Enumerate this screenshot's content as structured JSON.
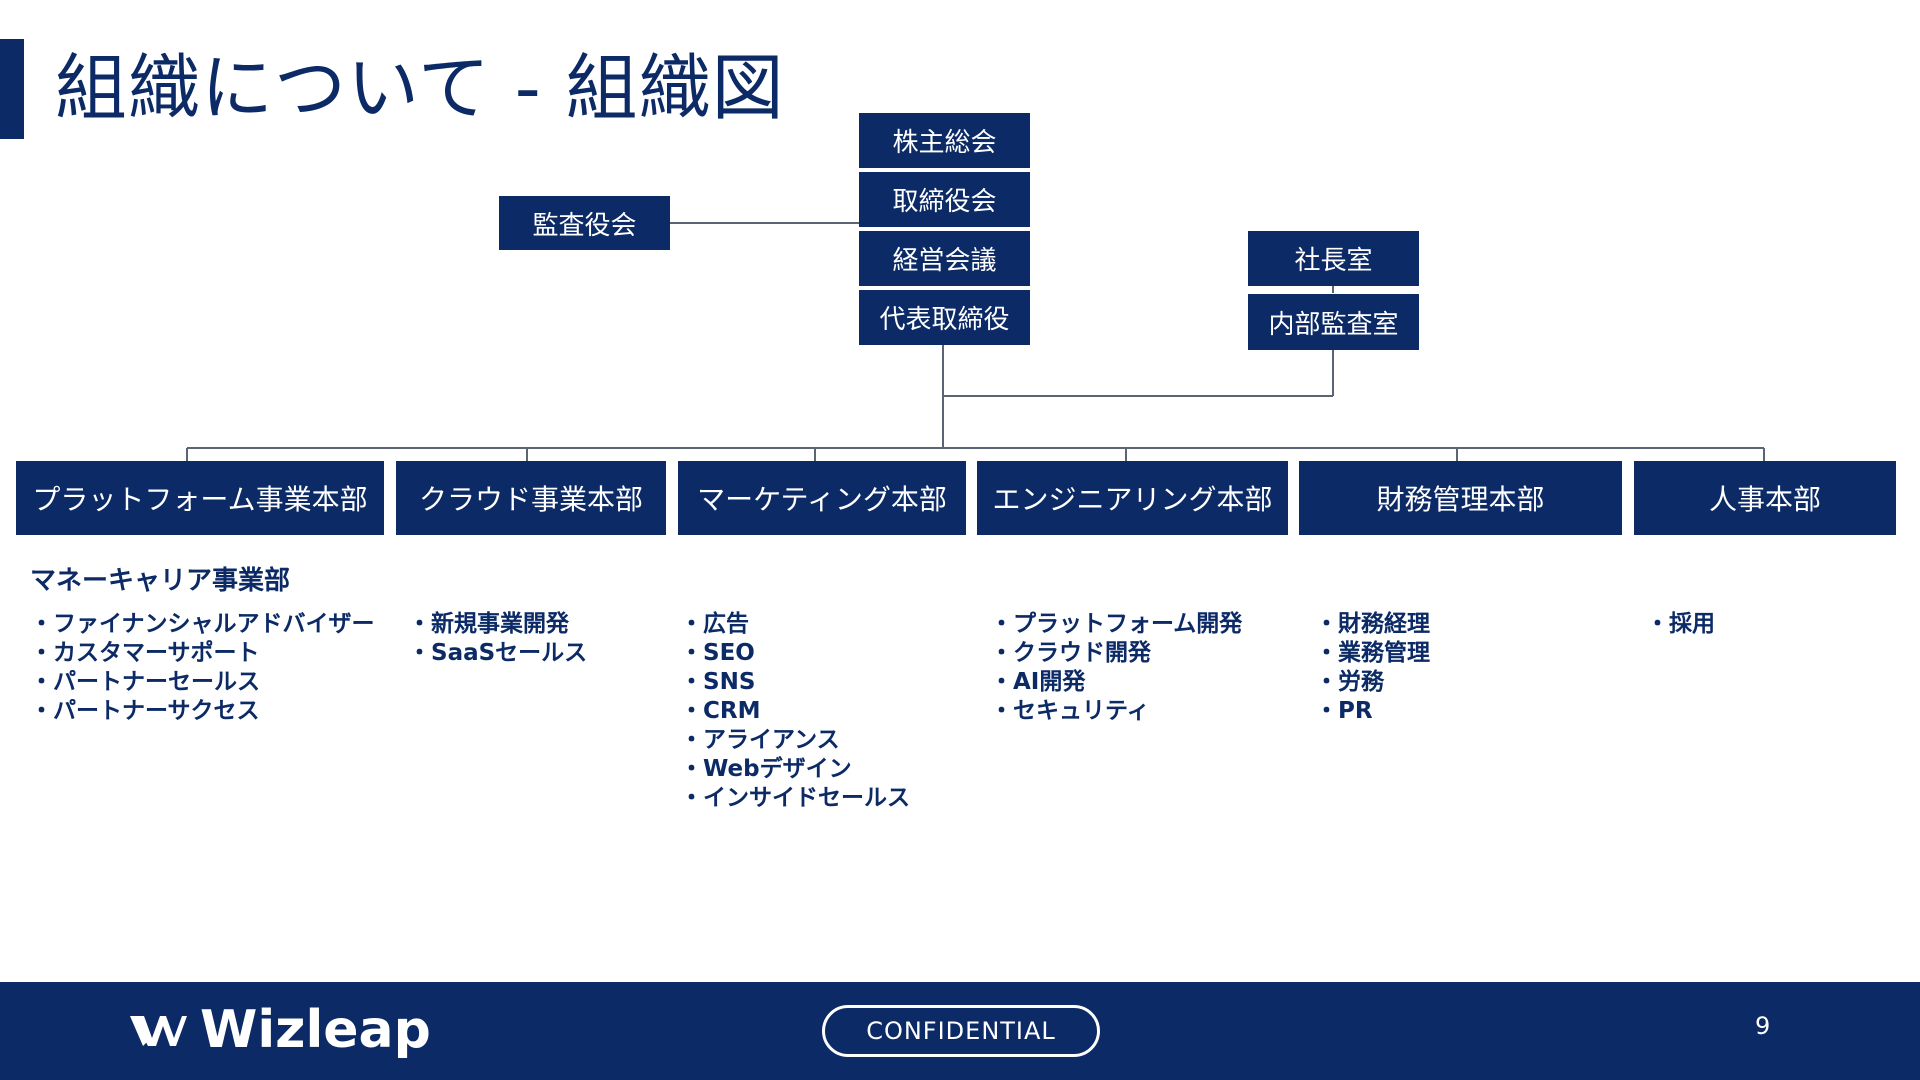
{
  "title": "組織について - 組織図",
  "colors": {
    "primary": "#0b2a66",
    "line": "#5a6473",
    "background": "#ffffff"
  },
  "governance": {
    "shareholders": "株主総会",
    "board": "取締役会",
    "management": "経営会議",
    "ceo": "代表取締役",
    "auditors": "監査役会",
    "president_office": "社長室",
    "internal_audit": "内部監査室"
  },
  "departments": [
    {
      "name": "プラットフォーム事業本部",
      "sub_header": "マネーキャリア事業部",
      "items": [
        "ファイナンシャルアドバイザー",
        "カスタマーサポート",
        "パートナーセールス",
        "パートナーサクセス"
      ]
    },
    {
      "name": "クラウド事業本部",
      "items": [
        "新規事業開発",
        "SaaSセールス"
      ]
    },
    {
      "name": "マーケティング本部",
      "items": [
        "広告",
        "SEO",
        "SNS",
        "CRM",
        "アライアンス",
        "Webデザイン",
        "インサイドセールス"
      ]
    },
    {
      "name": "エンジニアリング本部",
      "items": [
        "プラットフォーム開発",
        "クラウド開発",
        "AI開発",
        "セキュリティ"
      ]
    },
    {
      "name": "財務管理本部",
      "items": [
        "財務経理",
        "業務管理",
        "労務",
        "PR"
      ]
    },
    {
      "name": "人事本部",
      "items": [
        "採用"
      ]
    }
  ],
  "footer": {
    "logo_text": "Wizleap",
    "logo_icon": "wizleap-logo-icon",
    "confidential": "CONFIDENTIAL",
    "page_number": "9"
  }
}
